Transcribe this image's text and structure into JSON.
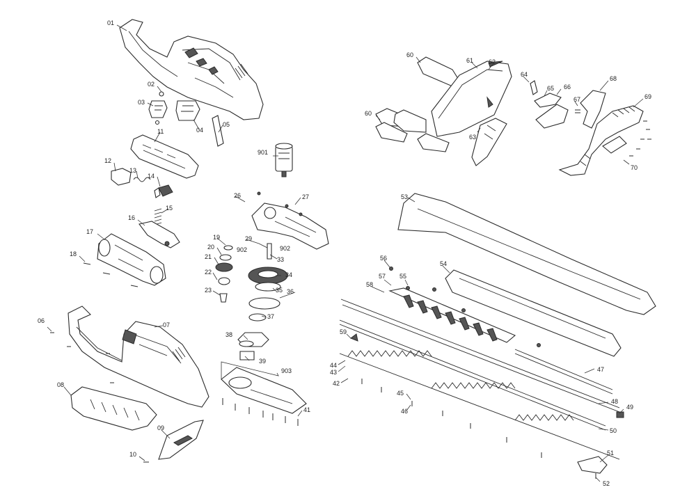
{
  "diagram": {
    "type": "exploded-parts-view",
    "labels": {
      "p01": "01",
      "p02": "02",
      "p03": "03",
      "p04": "04",
      "p05": "05",
      "p06": "06",
      "p07": "07",
      "p08": "08",
      "p09": "09",
      "p10": "10",
      "p11": "11",
      "p12": "12",
      "p13": "13",
      "p14": "14",
      "p15": "15",
      "p16": "16",
      "p17": "17",
      "p18": "18",
      "p19": "19",
      "p20": "20",
      "p21": "21",
      "p22": "22",
      "p23": "23",
      "p26": "26",
      "p27": "27",
      "p29": "29",
      "p33": "33",
      "p34": "34",
      "p35": "35",
      "p36": "36",
      "p37": "37",
      "p38": "38",
      "p39": "39",
      "p41": "41",
      "p42": "42",
      "p43": "43",
      "p44": "44",
      "p45": "45",
      "p46": "46",
      "p47": "47",
      "p48": "48",
      "p49": "49",
      "p50": "50",
      "p51": "51",
      "p52": "52",
      "p53": "53",
      "p54": "54",
      "p55": "55",
      "p56": "56",
      "p57": "57",
      "p58": "58",
      "p59": "59",
      "p60a": "60",
      "p60b": "60",
      "p61": "61",
      "p62": "62",
      "p63": "63",
      "p64": "64",
      "p65": "65",
      "p66": "66",
      "p67": "67",
      "p68": "68",
      "p69": "69",
      "p70": "70",
      "p901": "901",
      "p902a": "902",
      "p902b": "902",
      "p903": "903"
    }
  }
}
